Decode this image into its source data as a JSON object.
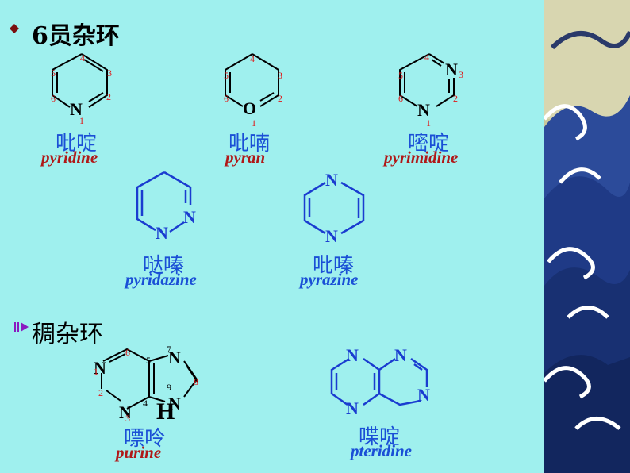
{
  "heading_6": "6员杂环",
  "heading_fused": "稠杂环",
  "labels": {
    "pyridine_cn": "吡啶",
    "pyridine_en": "pyridine",
    "pyran_cn": "吡喃",
    "pyran_en": "pyran",
    "pyrimidine_cn": "嘧啶",
    "pyrimidine_en": "pyrimidine",
    "pyridazine_cn": "哒嗪",
    "pyridazine_en": "pyridazine",
    "pyrazine_cn": "吡嗪",
    "pyrazine_en": "pyrazine",
    "purine_cn": "嘌呤",
    "purine_en": "purine",
    "pteridine_cn": "喋啶",
    "pteridine_en": "pteridine"
  },
  "atoms": {
    "N": "N",
    "O": "O",
    "H": "H"
  },
  "ring_numbers": {
    "n1": "1",
    "n2": "2",
    "n3": "3",
    "n4": "4",
    "n5": "5",
    "n6": "6",
    "n7": "7",
    "n8": "8",
    "n9": "9"
  },
  "colors": {
    "background": "#9ff0ee",
    "label_cn": "#1a4fd6",
    "label_en": "#b01818",
    "bond_black": "#000000",
    "bond_blue": "#1a3cd0",
    "numbers": "#e01818"
  },
  "icons": [
    "diamond-bullet-icon",
    "arrow-bullet-icon",
    "wave-decoration"
  ]
}
